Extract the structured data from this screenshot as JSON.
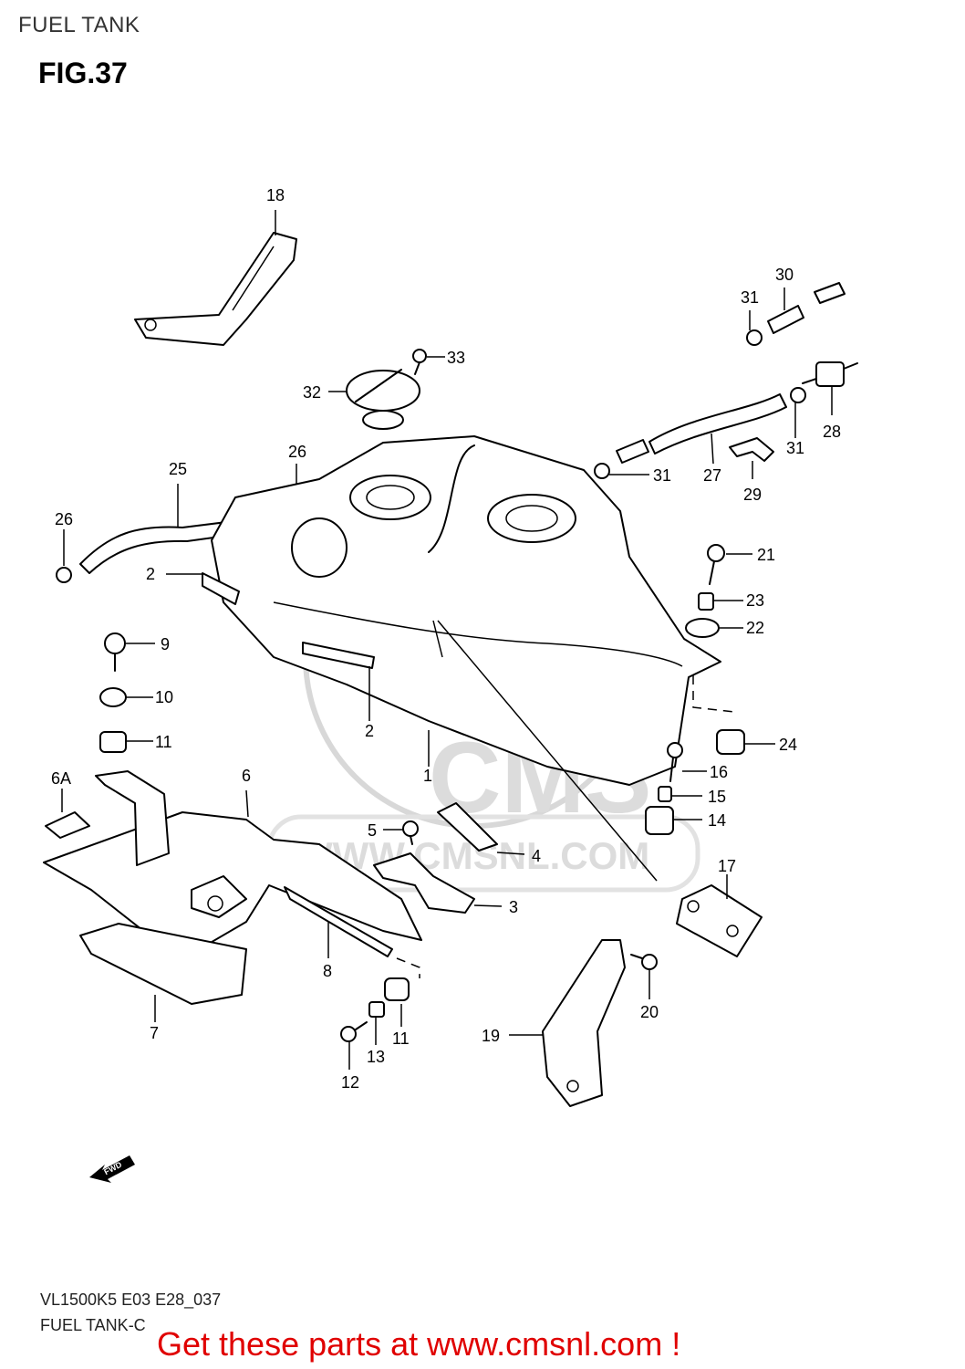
{
  "header": {
    "section_title": "FUEL TANK",
    "figure_label": "FIG.37"
  },
  "watermark": {
    "brand": "CMS",
    "url": "WWW.CMSNL.COM"
  },
  "fwd_arrow": {
    "label": "FWD"
  },
  "callouts": [
    {
      "id": "18",
      "text": "18"
    },
    {
      "id": "30",
      "text": "30"
    },
    {
      "id": "31a",
      "text": "31"
    },
    {
      "id": "33",
      "text": "33"
    },
    {
      "id": "32",
      "text": "32"
    },
    {
      "id": "28",
      "text": "28"
    },
    {
      "id": "31b",
      "text": "31"
    },
    {
      "id": "26a",
      "text": "26"
    },
    {
      "id": "25",
      "text": "25"
    },
    {
      "id": "31c",
      "text": "31"
    },
    {
      "id": "27",
      "text": "27"
    },
    {
      "id": "29",
      "text": "29"
    },
    {
      "id": "26b",
      "text": "26"
    },
    {
      "id": "21",
      "text": "21"
    },
    {
      "id": "2a",
      "text": "2"
    },
    {
      "id": "23",
      "text": "23"
    },
    {
      "id": "22",
      "text": "22"
    },
    {
      "id": "9",
      "text": "9"
    },
    {
      "id": "10",
      "text": "10"
    },
    {
      "id": "2b",
      "text": "2"
    },
    {
      "id": "11a",
      "text": "11"
    },
    {
      "id": "24",
      "text": "24"
    },
    {
      "id": "1",
      "text": "1"
    },
    {
      "id": "16",
      "text": "16"
    },
    {
      "id": "6A",
      "text": "6A"
    },
    {
      "id": "6",
      "text": "6"
    },
    {
      "id": "15",
      "text": "15"
    },
    {
      "id": "14",
      "text": "14"
    },
    {
      "id": "5",
      "text": "5"
    },
    {
      "id": "4",
      "text": "4"
    },
    {
      "id": "17",
      "text": "17"
    },
    {
      "id": "3",
      "text": "3"
    },
    {
      "id": "8",
      "text": "8"
    },
    {
      "id": "20",
      "text": "20"
    },
    {
      "id": "7",
      "text": "7"
    },
    {
      "id": "11b",
      "text": "11"
    },
    {
      "id": "19",
      "text": "19"
    },
    {
      "id": "13",
      "text": "13"
    },
    {
      "id": "12",
      "text": "12"
    }
  ],
  "footer": {
    "model_code": "VL1500K5 E03 E28_037",
    "diagram_name": "FUEL TANK-C",
    "promo": "Get these parts at www.cmsnl.com !"
  }
}
